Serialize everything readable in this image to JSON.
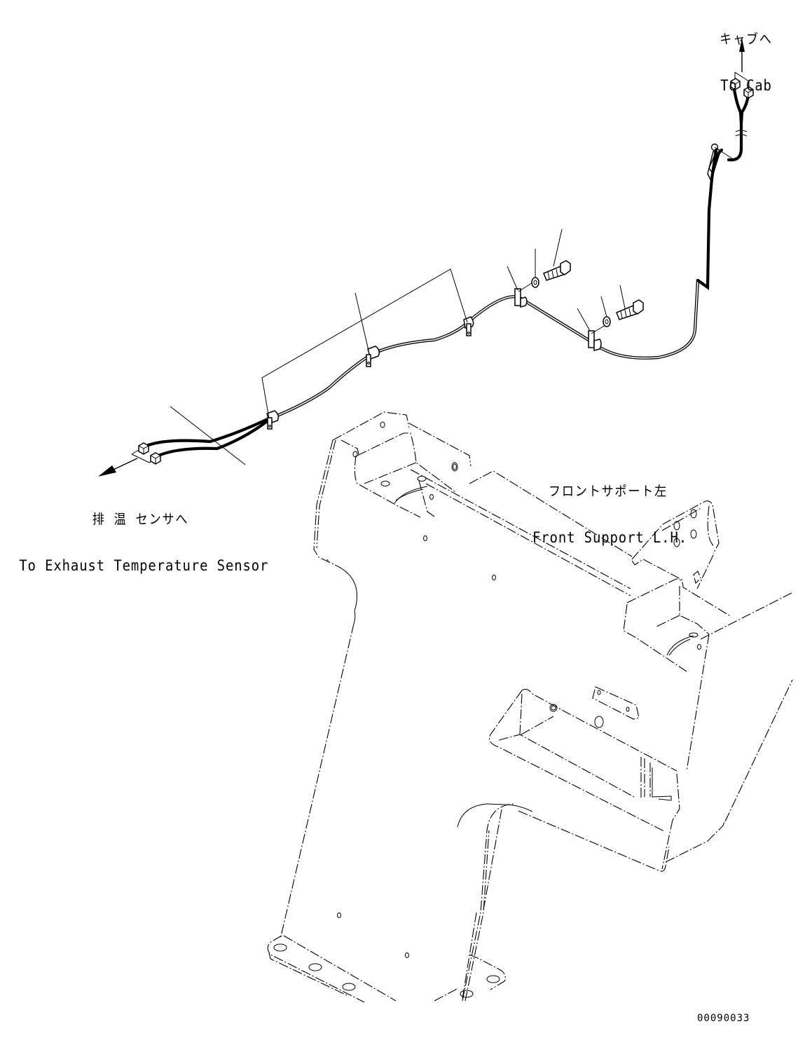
{
  "diagram": {
    "type": "wiring-harness-routing",
    "labels": {
      "to_cab": {
        "jp": "キャブへ",
        "en": "To Cab"
      },
      "to_exhaust_sensor": {
        "jp": "排 温 センサへ",
        "en": "To Exhaust Temperature Sensor"
      },
      "front_support": {
        "jp": "フロントサポート左",
        "en": "Front Support L.H."
      }
    },
    "drawing_number": "00090033",
    "components": [
      "wiring-harness",
      "harness-clamp",
      "clamp-bracket",
      "washer",
      "bolt",
      "connector",
      "front-support-lh"
    ],
    "colors": {
      "line": "#000000",
      "background": "#ffffff"
    }
  }
}
